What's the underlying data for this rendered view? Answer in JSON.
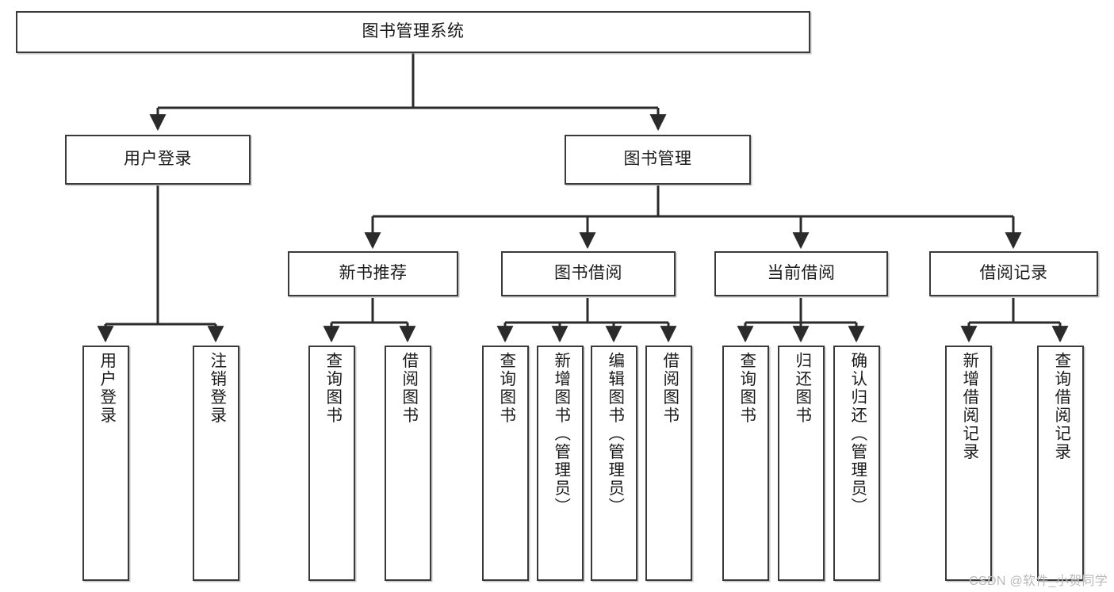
{
  "diagram": {
    "title": "图书管理系统",
    "type": "hierarchy-tree",
    "watermark": "CSDN @软件_小贺同学",
    "colors": {
      "box_border": "#3a3a3a",
      "box_fill": "#ffffff",
      "connector": "#2b2b2b",
      "text": "#1b1b1b",
      "watermark": "#b9b9b9"
    },
    "root": {
      "label": "图书管理系统"
    },
    "level2": [
      {
        "label": "用户登录"
      },
      {
        "label": "图书管理"
      }
    ],
    "level3": [
      {
        "label": "新书推荐"
      },
      {
        "label": "图书借阅"
      },
      {
        "label": "当前借阅"
      },
      {
        "label": "借阅记录"
      }
    ],
    "leaves": {
      "user_login": [
        {
          "label": "用户登录"
        },
        {
          "label": "注销登录"
        }
      ],
      "new_book_recommend": [
        {
          "label": "查询图书"
        },
        {
          "label": "借阅图书"
        }
      ],
      "book_borrow": [
        {
          "label": "查询图书"
        },
        {
          "label": "新增图书（管理员）"
        },
        {
          "label": "编辑图书（管理员）"
        },
        {
          "label": "借阅图书"
        }
      ],
      "current_borrow": [
        {
          "label": "查询图书"
        },
        {
          "label": "归还图书"
        },
        {
          "label": "确认归还（管理员）"
        }
      ],
      "borrow_record": [
        {
          "label": "新增借阅记录"
        },
        {
          "label": "查询借阅记录"
        }
      ]
    }
  }
}
